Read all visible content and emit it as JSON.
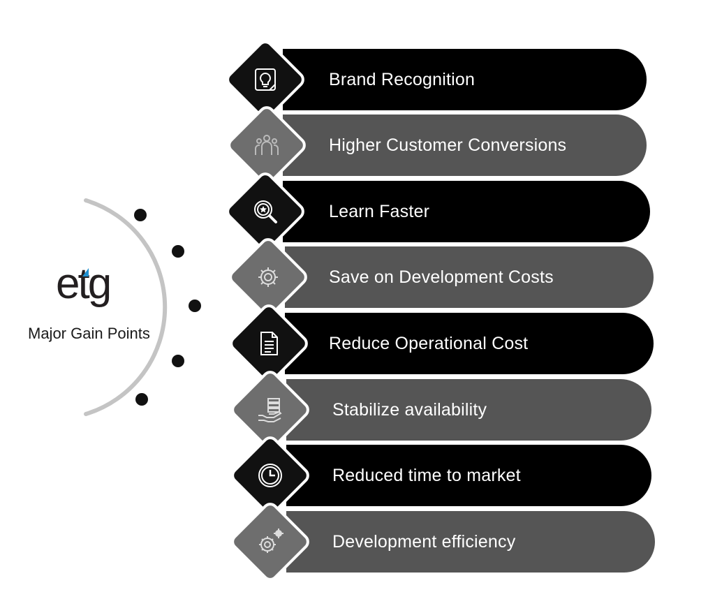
{
  "brand": {
    "logo_text": "etg",
    "accent_color": "#1e8fcf"
  },
  "subtitle": "Major Gain Points",
  "colors": {
    "dark": "#000000",
    "grey": "#555555"
  },
  "items": [
    {
      "label": "Brand Recognition",
      "tone": "dark",
      "icon": "lightbulb-icon"
    },
    {
      "label": "Higher Customer Conversions",
      "tone": "grey",
      "icon": "customers-icon"
    },
    {
      "label": "Learn Faster",
      "tone": "dark",
      "icon": "search-star-icon"
    },
    {
      "label": "Save on Development Costs",
      "tone": "grey",
      "icon": "gear-icon"
    },
    {
      "label": "Reduce Operational Cost",
      "tone": "dark",
      "icon": "document-icon"
    },
    {
      "label": "Stabilize availability",
      "tone": "grey",
      "icon": "hand-server-icon"
    },
    {
      "label": "Reduced time to market",
      "tone": "dark",
      "icon": "clock-icon"
    },
    {
      "label": "Development efficiency",
      "tone": "grey",
      "icon": "gears-icon"
    }
  ]
}
